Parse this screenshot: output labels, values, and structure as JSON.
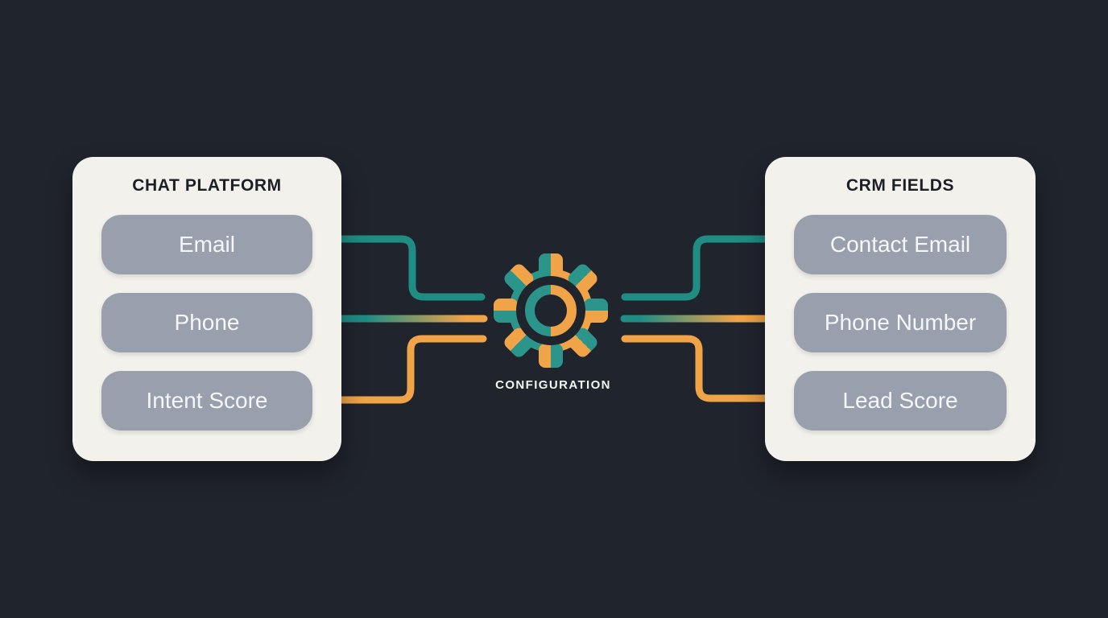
{
  "diagram_title": "field mapping diagram",
  "left_panel": {
    "title": "CHAT PLATFORM",
    "fields": [
      "Email",
      "Phone",
      "Intent Score"
    ]
  },
  "right_panel": {
    "title": "CRM FIELDS",
    "fields": [
      "Contact Email",
      "Phone Number",
      "Lead Score"
    ]
  },
  "center": {
    "label": "CONFIGURATION",
    "icon": "gear-icon"
  },
  "connections": [
    {
      "from": "Email",
      "to": "Contact Email",
      "color": "teal"
    },
    {
      "from": "Phone",
      "to": "Phone Number",
      "color": "teal-to-orange-gradient"
    },
    {
      "from": "Intent Score",
      "to": "Lead Score",
      "color": "orange"
    }
  ],
  "colors": {
    "background": "#20242D",
    "panel": "#F3F1EB",
    "field_pill": "#99A0AD",
    "pill_text": "#F5F6F8",
    "panel_title_text": "#1B1F26",
    "teal": "#1F8D84",
    "gear_teal": "#2B958B",
    "orange": "#F1A347",
    "config_text": "#F4F4F2"
  }
}
